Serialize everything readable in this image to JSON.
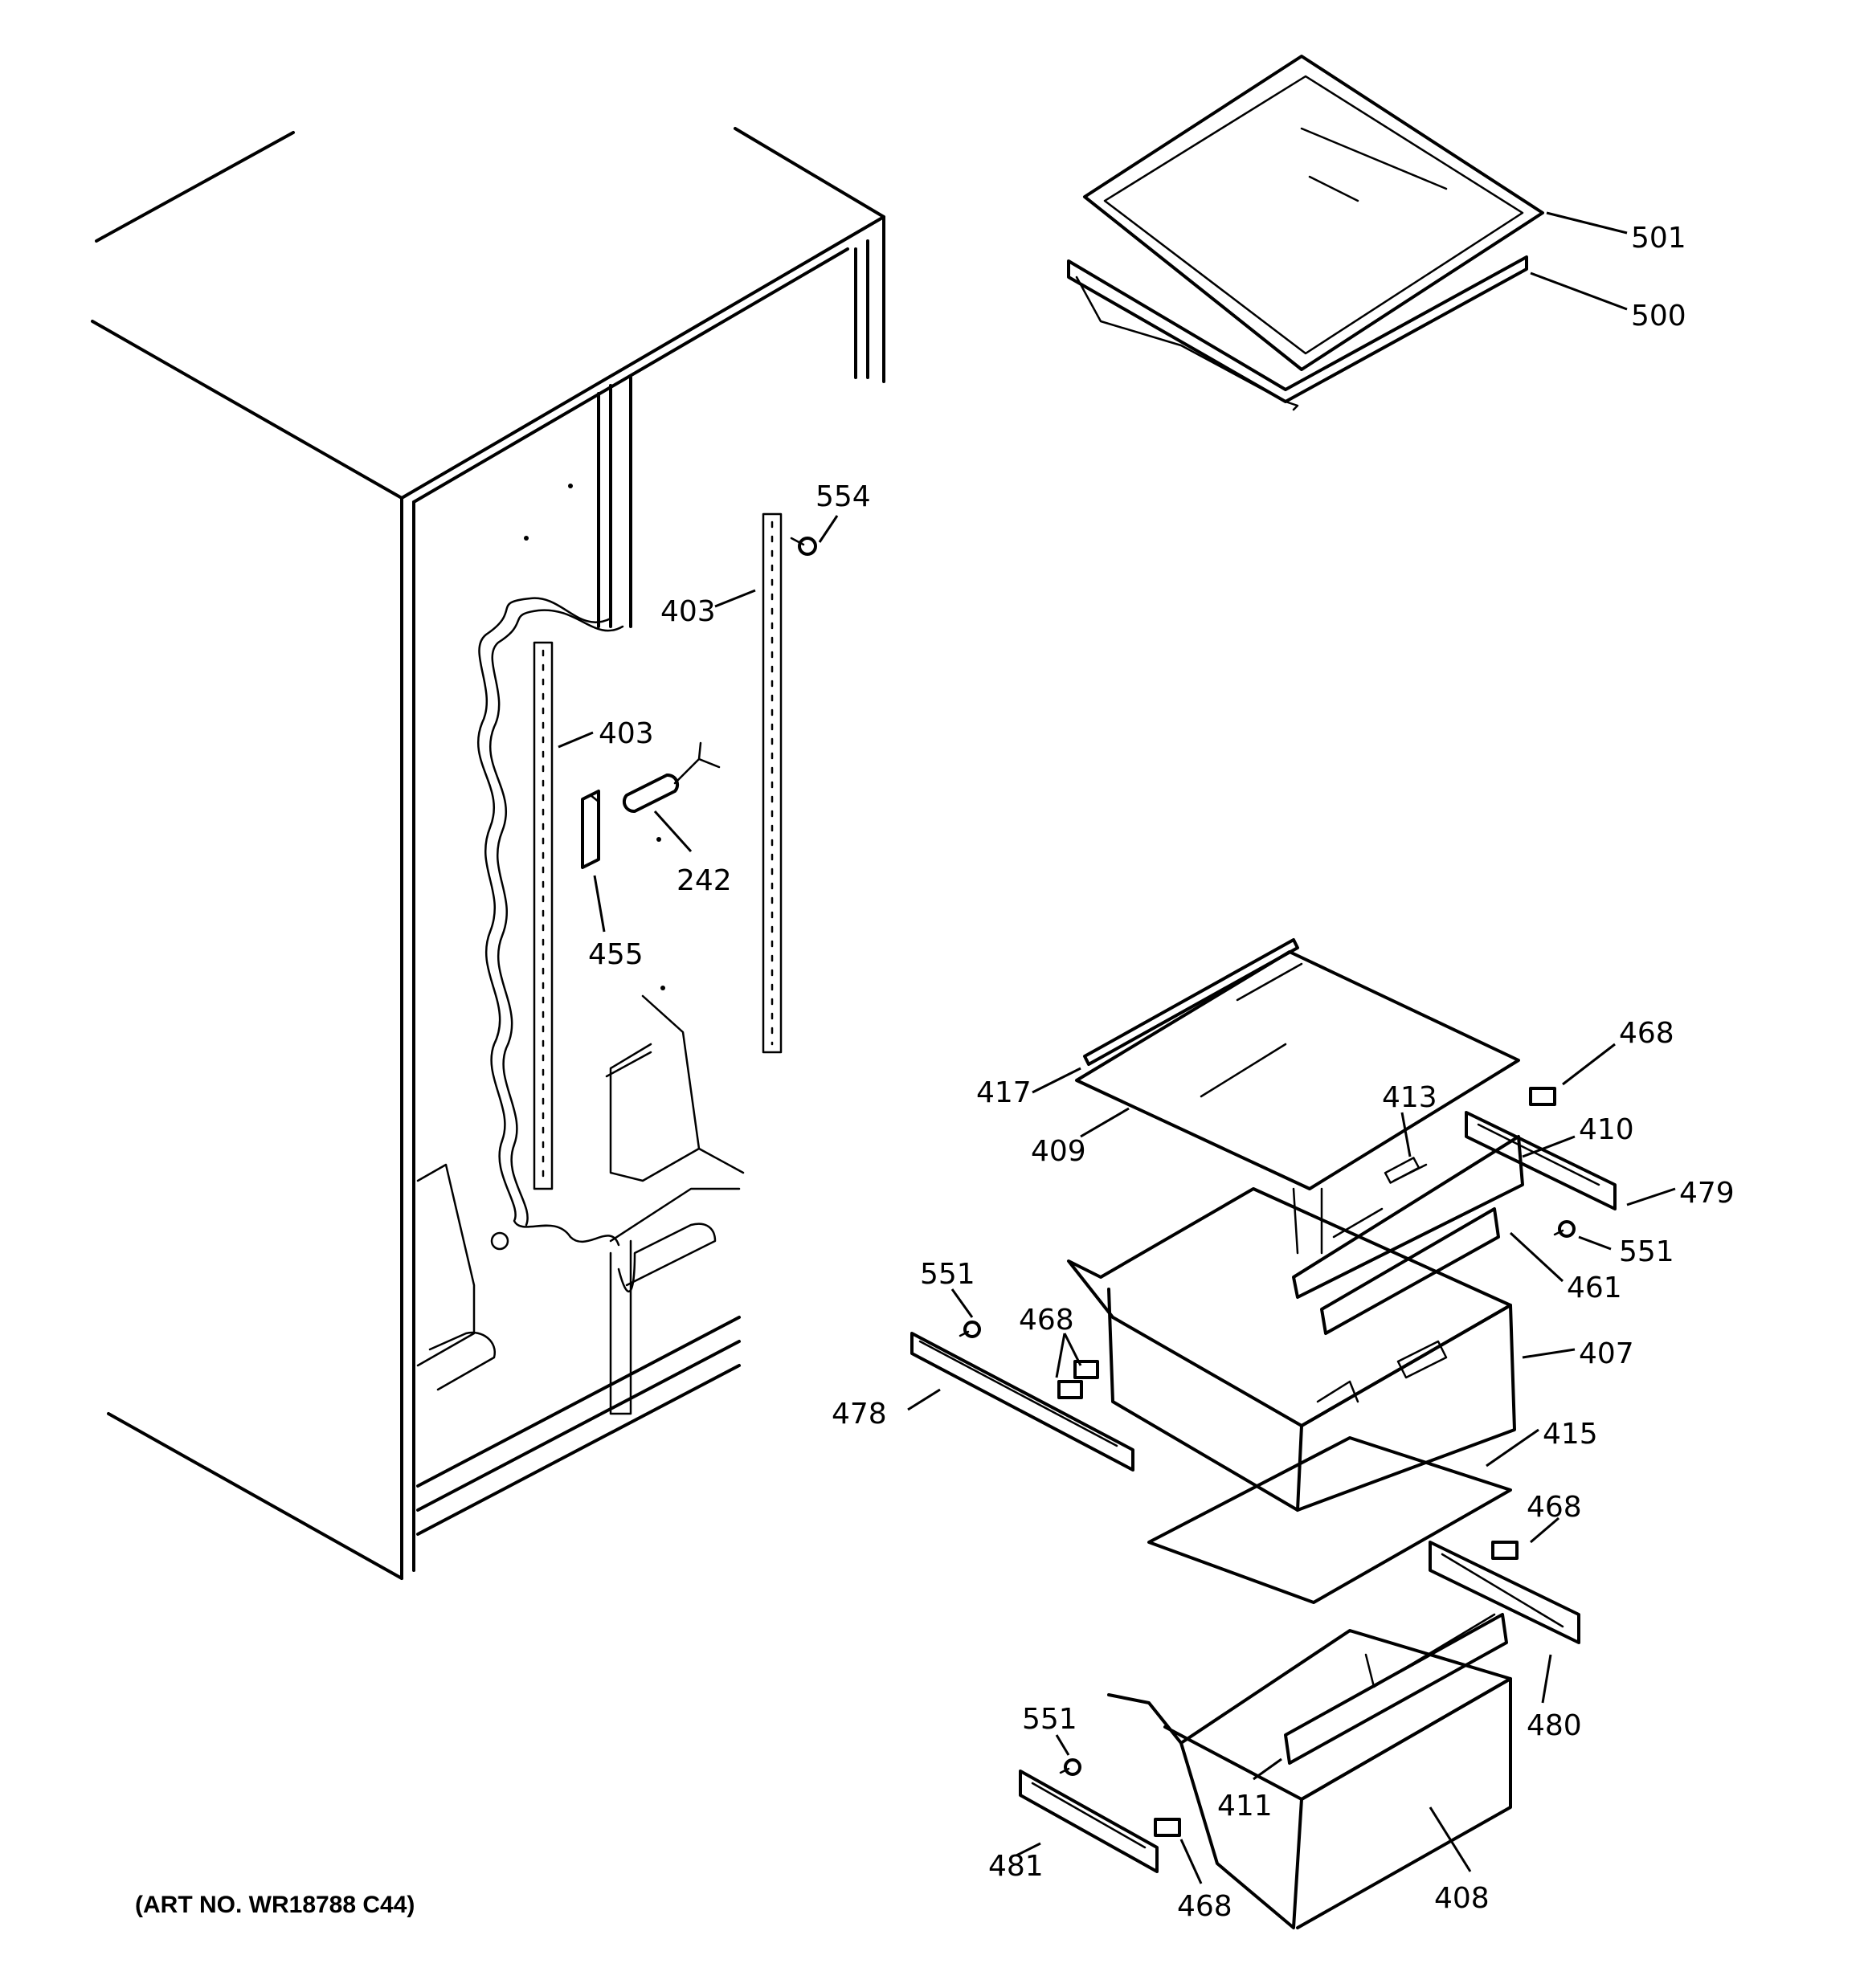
{
  "art_number": "(ART NO. WR18788 C44)",
  "callouts": [
    {
      "id": "501",
      "text": "501"
    },
    {
      "id": "500",
      "text": "500"
    },
    {
      "id": "554",
      "text": "554"
    },
    {
      "id": "403a",
      "text": "403"
    },
    {
      "id": "403b",
      "text": "403"
    },
    {
      "id": "242",
      "text": "242"
    },
    {
      "id": "455",
      "text": "455"
    },
    {
      "id": "468a",
      "text": "468"
    },
    {
      "id": "417",
      "text": "417"
    },
    {
      "id": "413",
      "text": "413"
    },
    {
      "id": "410",
      "text": "410"
    },
    {
      "id": "479",
      "text": "479"
    },
    {
      "id": "409",
      "text": "409"
    },
    {
      "id": "551a",
      "text": "551"
    },
    {
      "id": "551b",
      "text": "551"
    },
    {
      "id": "468b",
      "text": "468"
    },
    {
      "id": "461",
      "text": "461"
    },
    {
      "id": "407",
      "text": "407"
    },
    {
      "id": "478",
      "text": "478"
    },
    {
      "id": "415",
      "text": "415"
    },
    {
      "id": "468c",
      "text": "468"
    },
    {
      "id": "480",
      "text": "480"
    },
    {
      "id": "551c",
      "text": "551"
    },
    {
      "id": "411",
      "text": "411"
    },
    {
      "id": "481",
      "text": "481"
    },
    {
      "id": "468d",
      "text": "468"
    },
    {
      "id": "408",
      "text": "408"
    }
  ]
}
